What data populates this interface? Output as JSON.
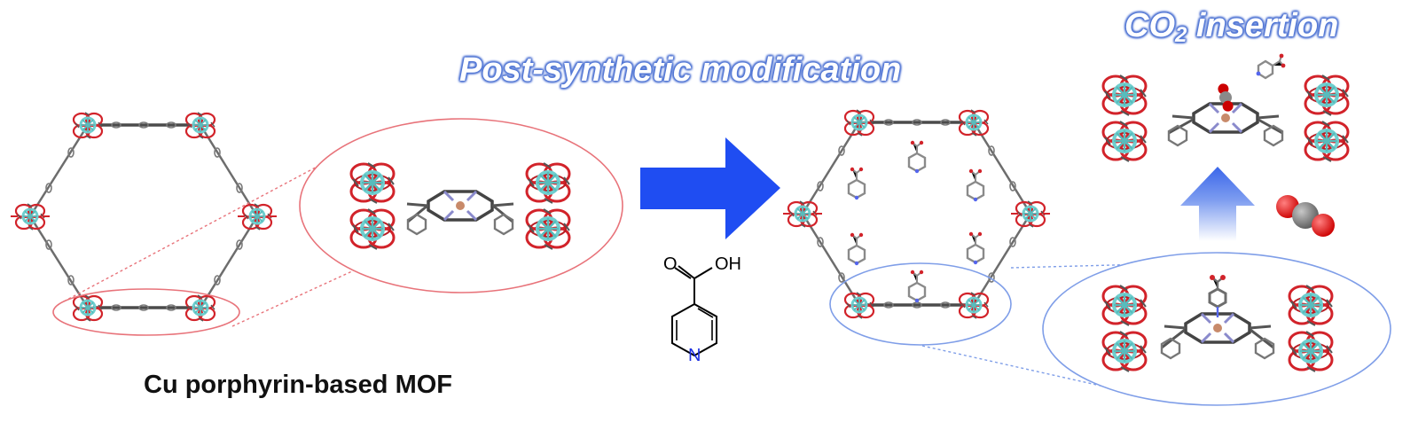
{
  "titles": {
    "modification": "Post-synthetic modification",
    "co2_main": "CO",
    "co2_sub": "2",
    "co2_rest": " insertion"
  },
  "caption": "Cu porphyrin-based MOF",
  "reagent": {
    "carbonyl_o": "O",
    "hydroxyl": "OH",
    "ring_n": "N"
  },
  "colors": {
    "title_glow": "#4f76d6",
    "main_arrow": "#1f4df2",
    "left_zoom": "#e8737a",
    "right_zoom": "#7f9ee8",
    "cluster_red": "#d2232a",
    "cluster_cyan": "#6fcfcf",
    "linker_gray": "#6d6d6d",
    "nitrogen": "#1c2fe0"
  },
  "icons": {
    "main_arrow": "right-arrow-icon",
    "co2_arrow": "up-arrow-icon",
    "co2_molecule": "co2-molecule-icon"
  }
}
